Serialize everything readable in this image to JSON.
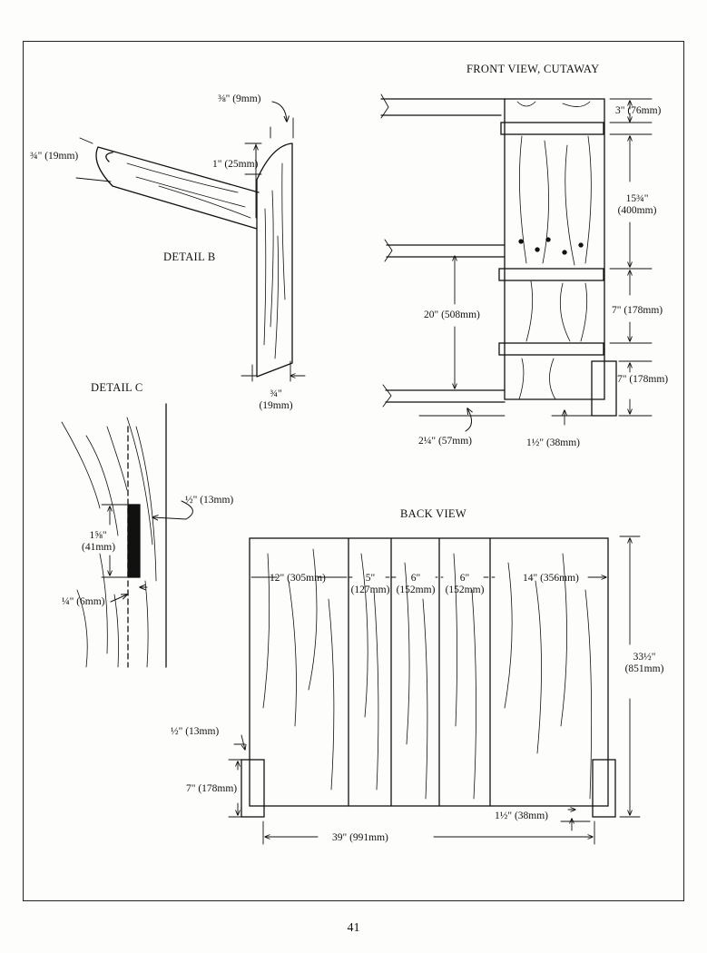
{
  "page": {
    "number": "41"
  },
  "detail_b": {
    "title": "DETAIL B",
    "dims": {
      "top": "⅜\" (9mm)",
      "left": "¾\" (19mm)",
      "mid": "1\" (25mm)",
      "bottom_line1": "¾\"",
      "bottom_line2": "(19mm)"
    }
  },
  "detail_c": {
    "title": "DETAIL C",
    "dims": {
      "right": "½\" (13mm)",
      "height_line1": "1⅝\"",
      "height_line2": "(41mm)",
      "thickness": "¼\" (6mm)"
    }
  },
  "front_view": {
    "title": "FRONT VIEW, CUTAWAY",
    "dims": {
      "top": "3\" (76mm)",
      "panel_line1": "15¾\"",
      "panel_line2": "(400mm)",
      "gap1": "7\" (178mm)",
      "foot": "7\" (178mm)",
      "height": "20\" (508mm)",
      "left_bottom": "2¼\" (57mm)",
      "right_bottom": "1½\" (38mm)"
    }
  },
  "back_view": {
    "title": "BACK VIEW",
    "boards": [
      {
        "line1": "12\" (305mm)",
        "line2": ""
      },
      {
        "line1": "5\"",
        "line2": "(127mm)"
      },
      {
        "line1": "6\"",
        "line2": "(152mm)"
      },
      {
        "line1": "6\"",
        "line2": "(152mm)"
      },
      {
        "line1": "14\" (356mm)",
        "line2": ""
      }
    ],
    "dims": {
      "height_line1": "33½\"",
      "height_line2": "(851mm)",
      "leg_gap": "½\" (13mm)",
      "leg_height": "7\" (178mm)",
      "bottom_gap": "1½\" (38mm)",
      "width": "39\" (991mm)"
    }
  },
  "colors": {
    "ink": "#111111",
    "paper": "#fdfdfb"
  }
}
